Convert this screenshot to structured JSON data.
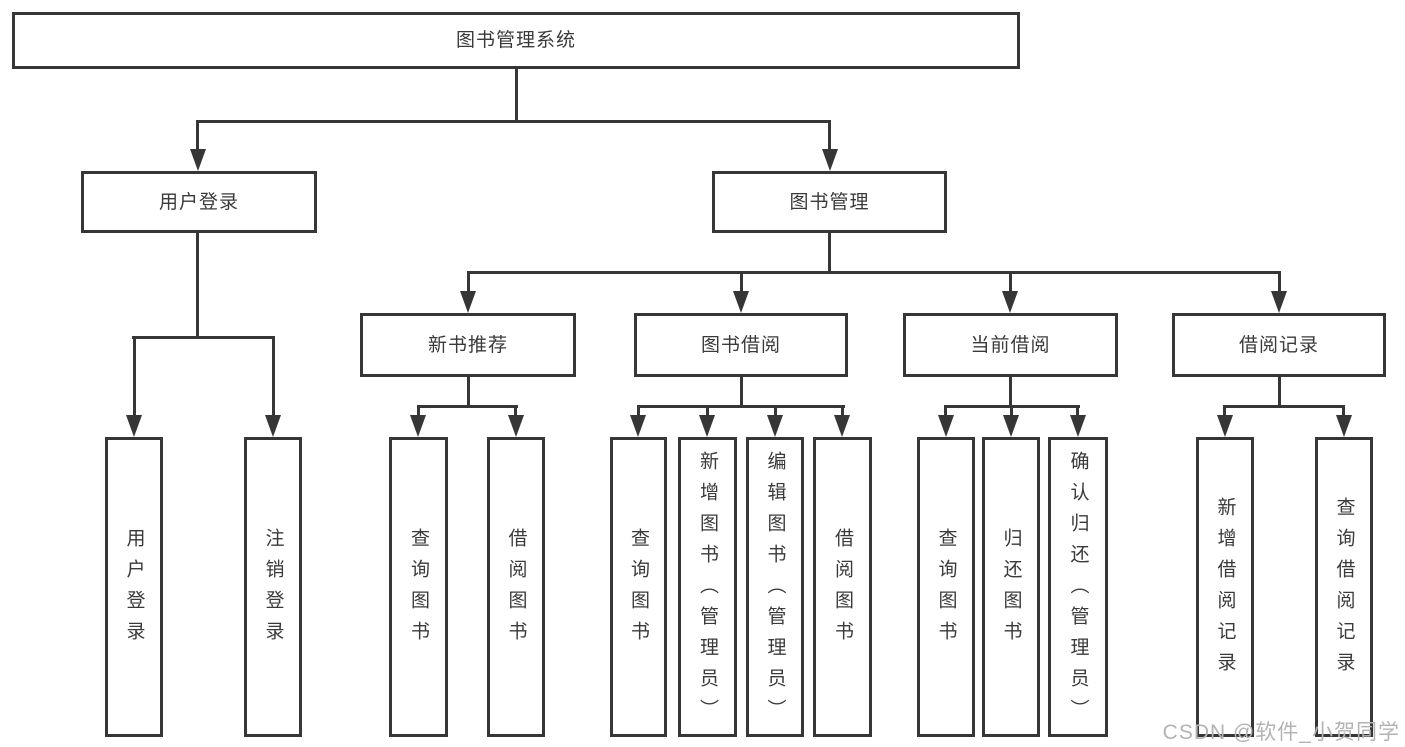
{
  "tree": {
    "root": {
      "label": "图书管理系统"
    },
    "children": [
      {
        "label": "用户登录",
        "children": [
          {
            "label": "用户登录"
          },
          {
            "label": "注销登录"
          }
        ]
      },
      {
        "label": "图书管理",
        "children": [
          {
            "label": "新书推荐",
            "children": [
              {
                "label": "查询图书"
              },
              {
                "label": "借阅图书"
              }
            ]
          },
          {
            "label": "图书借阅",
            "children": [
              {
                "label": "查询图书"
              },
              {
                "label": "新增图书（管理员）"
              },
              {
                "label": "编辑图书（管理员）"
              },
              {
                "label": "借阅图书"
              }
            ]
          },
          {
            "label": "当前借阅",
            "children": [
              {
                "label": "查询图书"
              },
              {
                "label": "归还图书"
              },
              {
                "label": "确认归还（管理员）"
              }
            ]
          },
          {
            "label": "借阅记录",
            "children": [
              {
                "label": "新增借阅记录"
              },
              {
                "label": "查询借阅记录"
              }
            ]
          }
        ]
      }
    ]
  },
  "watermark": {
    "text": "CSDN @软件_小贺同学"
  },
  "colors": {
    "line": "#363636",
    "text": "#3a3a3a",
    "watermark": "#b3b3b3",
    "background": "#ffffff"
  }
}
